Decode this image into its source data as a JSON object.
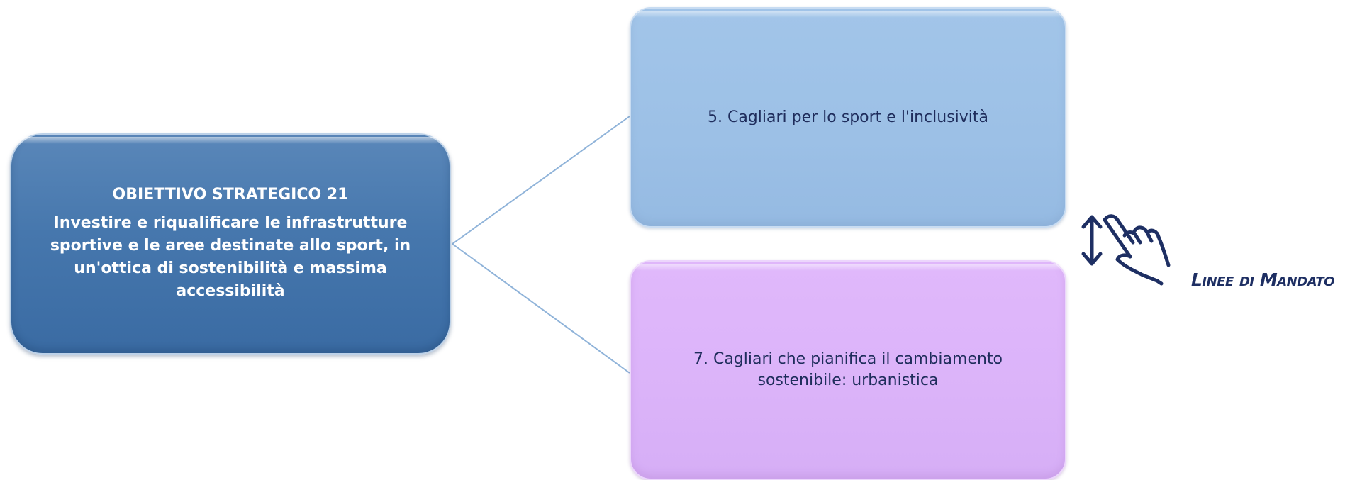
{
  "central_node": {
    "title": "OBIETTIVO STRATEGICO 21",
    "description": "Investire e riqualificare le infrastrutture sportive e le aree destinate allo sport, in un'ottica di sostenibilità e massima accessibilità"
  },
  "branch_nodes": [
    {
      "label": "5. Cagliari per lo sport e l'inclusività"
    },
    {
      "label": "7. Cagliari che pianifica il cambiamento sostenibile: urbanistica"
    }
  ],
  "mandate_link": {
    "label": "Linee di Mandato",
    "icon": "scroll-hand-gesture-icon"
  },
  "colors": {
    "central_fill": "#4677ad",
    "branch_blue_fill": "#9cc0e6",
    "branch_violet_fill": "#dbb3f9",
    "connector": "#8fb3d9",
    "label_text": "#1e2f63"
  }
}
